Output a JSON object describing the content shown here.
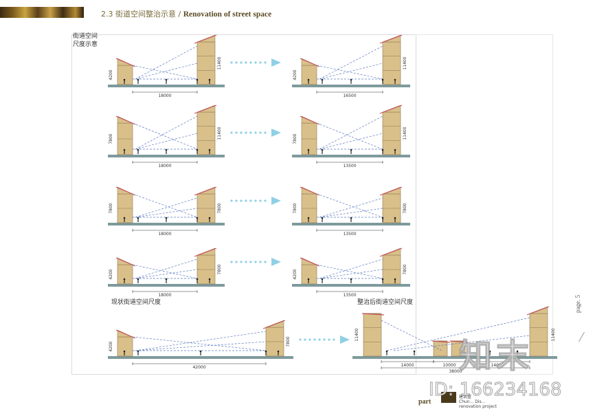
{
  "header": {
    "section_number": "2.3",
    "title_zh": "街道空间整治示意",
    "separator": "/",
    "title_en": "Renovation of street space"
  },
  "side_label": {
    "line1": "街道空间",
    "line2": "尺度示意"
  },
  "captions": {
    "before": "现状街道空间尺度",
    "after": "整治后街道空间尺度"
  },
  "rows": [
    {
      "before": {
        "width_dim": "18000",
        "left_height": "4200",
        "right_height": "11400"
      },
      "after": {
        "width_dim": "16500",
        "left_height": "4200",
        "right_height": "11400"
      }
    },
    {
      "before": {
        "width_dim": "18000",
        "left_height": "7800",
        "right_height": "11400"
      },
      "after": {
        "width_dim": "13500",
        "left_height": "7800",
        "right_height": "11400"
      }
    },
    {
      "before": {
        "width_dim": "18000",
        "left_height": "7800",
        "right_height": "7800"
      },
      "after": {
        "width_dim": "13500",
        "left_height": "7800",
        "right_height": "7800"
      }
    },
    {
      "before": {
        "width_dim": "18000",
        "left_height": "4200",
        "right_height": "7800"
      },
      "after": {
        "width_dim": "13500",
        "left_height": "4200",
        "right_height": "7800"
      }
    },
    {
      "before": {
        "width_dim": "42000",
        "left_height": "4200",
        "right_height": "7800"
      },
      "after": {
        "dims": [
          "14000",
          "10000",
          "14000"
        ],
        "total_dim": "38000",
        "left_height": "11400",
        "right_height": "11400"
      }
    }
  ],
  "page": {
    "label": "page. 5"
  },
  "footer": {
    "part": "part",
    "line1": "建筑整",
    "line2": "Chun... Dis...",
    "line3": "renovation project"
  },
  "watermark": {
    "name": "知末",
    "id": "ID: 166234168"
  },
  "colors": {
    "wall": "#d9c08a",
    "wall_stroke": "#8a7550",
    "roof": "#c8505a",
    "ground": "#7e9a9c",
    "sightline": "#5a7bbf",
    "arrow": "#8fd0e6"
  }
}
